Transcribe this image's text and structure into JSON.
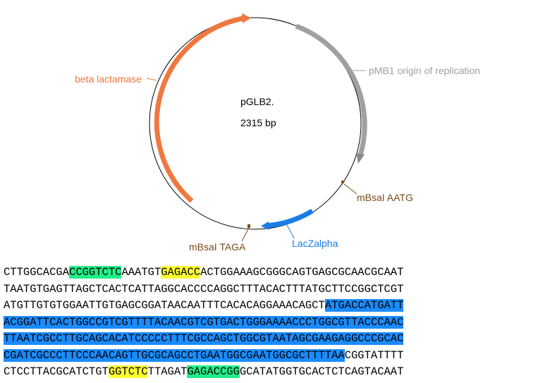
{
  "plasmid": {
    "name": "pGLB2.",
    "length_label": "2315 bp"
  },
  "features": [
    {
      "key": "bla",
      "label": "beta lactamase",
      "color": "#f07840"
    },
    {
      "key": "ori",
      "label": "pMB1 origin of replication",
      "color": "#a0a0a0"
    },
    {
      "key": "bsai_aatg",
      "label": "mBsaI AATG",
      "color": "#7a4a1a"
    },
    {
      "key": "lacz",
      "label": "LacZalpha",
      "color": "#1a7ee6"
    },
    {
      "key": "bsai_taga",
      "label": "mBsaI TAGA",
      "color": "#7a4a1a"
    }
  ],
  "sequence": {
    "lines": [
      [
        {
          "text": "CTTGGCACGA",
          "hl": ""
        },
        {
          "text": "CCGGTCTC",
          "hl": "green"
        },
        {
          "text": "AAATGT",
          "hl": ""
        },
        {
          "text": "GAGACC",
          "hl": "yellow"
        },
        {
          "text": "ACTGGAAAGCGGGCAGTGAGCGCAACGCAAT",
          "hl": ""
        }
      ],
      [
        {
          "text": "TAATGTGAGTTAGCTCACTCATTAGGCACCCCAGGCTTTACACTTTATGCTTCCGGCTCGT",
          "hl": ""
        }
      ],
      [
        {
          "text": "ATGTTGTGTGGAATTGTGAGCGGATAACAATTTCACACAGGAAACAGCT",
          "hl": ""
        },
        {
          "text": "ATGACCATGATT",
          "hl": "blue"
        }
      ],
      [
        {
          "text": "ACGGATTCACTGGCCGTCGTTTTACAACGTCGTGACTGGGAAAACCCTGGCGTTACCCAAC",
          "hl": "blue"
        }
      ],
      [
        {
          "text": "TTAATCGCCTTGCAGCACATCCCCCTTTCGCCAGCTGGCGTAATAGCGAAGAGGCCCGCAC",
          "hl": "blue"
        }
      ],
      [
        {
          "text": "CGATCGCCCTTCCCAACAGTTGCGCAGCCTGAATGGCGAATGGCGCTTTTAA",
          "hl": "blue"
        },
        {
          "text": "CGGTATTTT",
          "hl": ""
        }
      ],
      [
        {
          "text": "CTCCTTACGCATCTGT",
          "hl": ""
        },
        {
          "text": "GGTCTC",
          "hl": "yellow"
        },
        {
          "text": "TTAGAT",
          "hl": ""
        },
        {
          "text": "GAGACCGG",
          "hl": "green"
        },
        {
          "text": "GCATATGGTGCACTCTCAGTACAAT",
          "hl": ""
        }
      ]
    ]
  }
}
